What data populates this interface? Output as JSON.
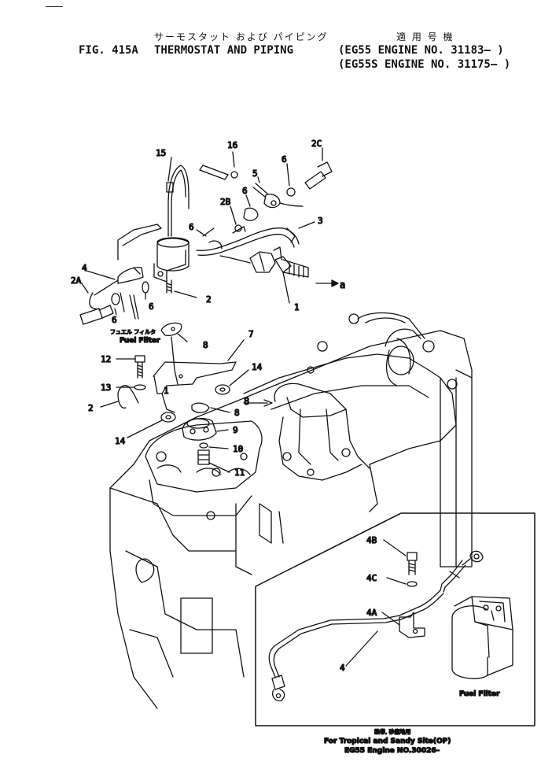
{
  "header": {
    "jp_title": "サーモスタット および パイピング",
    "jp_applicable": "適 用 号 機",
    "fig_no": "FIG. 415A",
    "title": "THERMOSTAT AND PIPING",
    "engine_line1": "(EG55   ENGINE NO. 31183– )",
    "engine_line2": "(EG55S ENGINE NO. 31175– )"
  },
  "callouts": {
    "c15": "15",
    "c16": "16",
    "c2c": "2C",
    "c5": "5",
    "c6a": "6",
    "c6b": "6",
    "c2b": "2B",
    "c3": "3",
    "c6c": "6",
    "c4": "4",
    "c2a": "2A",
    "c6d": "6",
    "c6e": "6",
    "c1": "1",
    "c2d": "2",
    "ca": "a",
    "c8a": "8",
    "c7": "7",
    "c12": "12",
    "c14a": "14",
    "c13": "13",
    "c1b": "1",
    "c2e": "2",
    "c8b": "8",
    "c8c": "8",
    "c14b": "14",
    "c9": "9",
    "c10": "10",
    "c11": "11",
    "c4b": "4B",
    "c4c": "4C",
    "c4a": "4A",
    "c4d": "4"
  },
  "fuel_filter_jp": "フュエル フィルタ",
  "fuel_filter": "Fuel Filter",
  "inset": {
    "fuel_filter": "Fuel Filter",
    "caption_jp": "熱帯, 砂塵地用",
    "caption_line1": "For Tropical and Sandy Site(OP)",
    "caption_line2": "EG55 Engine NO.30026–"
  }
}
